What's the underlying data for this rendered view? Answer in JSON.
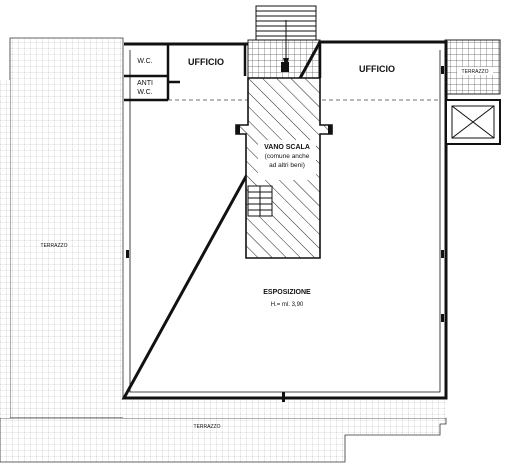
{
  "rooms": {
    "wc": "W.C.",
    "anti_wc_1": "ANTI",
    "anti_wc_2": "W.C.",
    "office_left": "UFFICIO",
    "office_right": "UFFICIO",
    "stair_hall_1": "VANO SCALA",
    "stair_hall_2": "(comune anche",
    "stair_hall_3": "ad altri beni)",
    "exhibition": "ESPOSIZIONE",
    "height_note": "H.= ml. 3,90"
  },
  "terraces": {
    "left": "TERRAZZO",
    "bottom": "TERRAZZO",
    "top_right": "TERRAZZO"
  }
}
